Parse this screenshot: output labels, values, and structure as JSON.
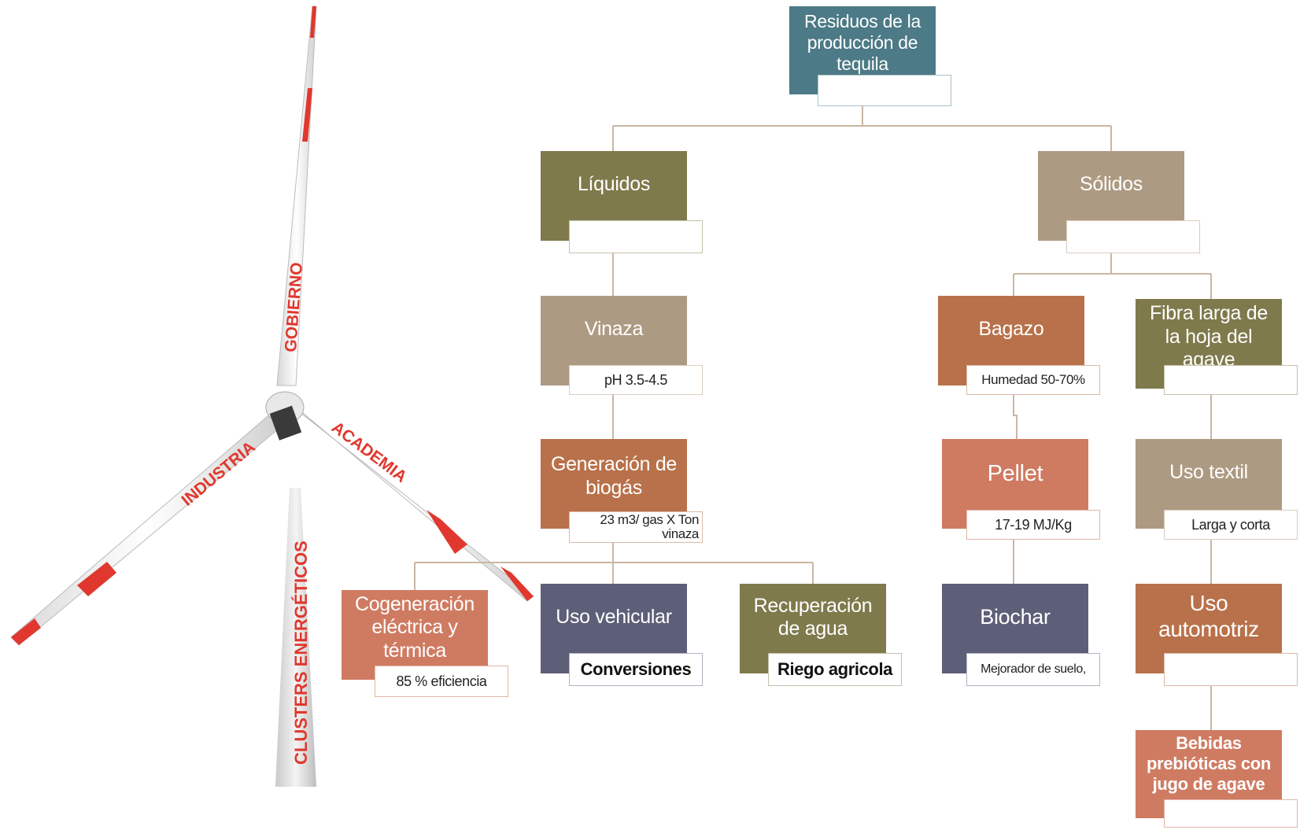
{
  "colors": {
    "root": "#4c7a86",
    "olive": "#7f7a4c",
    "tan": "#ad9a82",
    "rust": "#b8714a",
    "salmon": "#cf7b62",
    "slate": "#5d5f78",
    "connector": "#c9b6a3",
    "turbine_red": "#e0382e"
  },
  "turbine": {
    "blade_top": "GOBIERNO",
    "blade_left": "INDUSTRIA",
    "blade_right": "ACADEMIA",
    "tower": "CLUSTERS ENERGÉTICOS"
  },
  "diagram": {
    "root": {
      "title": "Residuos de la producción de tequila",
      "sub": ""
    },
    "liquidos": {
      "title": "Líquidos",
      "sub": ""
    },
    "solidos": {
      "title": "Sólidos",
      "sub": ""
    },
    "vinaza": {
      "title": "Vinaza",
      "sub": "pH 3.5-4.5"
    },
    "biogas": {
      "title": "Generación de biogás",
      "sub": "23 m3/ gas X Ton vinaza"
    },
    "cogeneracion": {
      "title": "Cogeneración eléctrica y térmica",
      "sub": "85 % eficiencia"
    },
    "uso_vehicular": {
      "title": "Uso vehicular",
      "sub": "Conversiones"
    },
    "recuperacion": {
      "title": "Recuperación de agua",
      "sub": "Riego agricola"
    },
    "bagazo": {
      "title": "Bagazo",
      "sub": "Humedad 50-70%"
    },
    "pellet": {
      "title": "Pellet",
      "sub": "17-19 MJ/Kg"
    },
    "biochar": {
      "title": "Biochar",
      "sub": "Mejorador de suelo,"
    },
    "fibra": {
      "title": "Fibra larga de la hoja del agave",
      "sub": ""
    },
    "uso_textil": {
      "title": "Uso textil",
      "sub": "Larga y corta"
    },
    "uso_automotriz": {
      "title": "Uso automotriz",
      "sub": ""
    },
    "bebidas": {
      "title": "Bebidas prebióticas con jugo de agave",
      "sub": ""
    }
  }
}
